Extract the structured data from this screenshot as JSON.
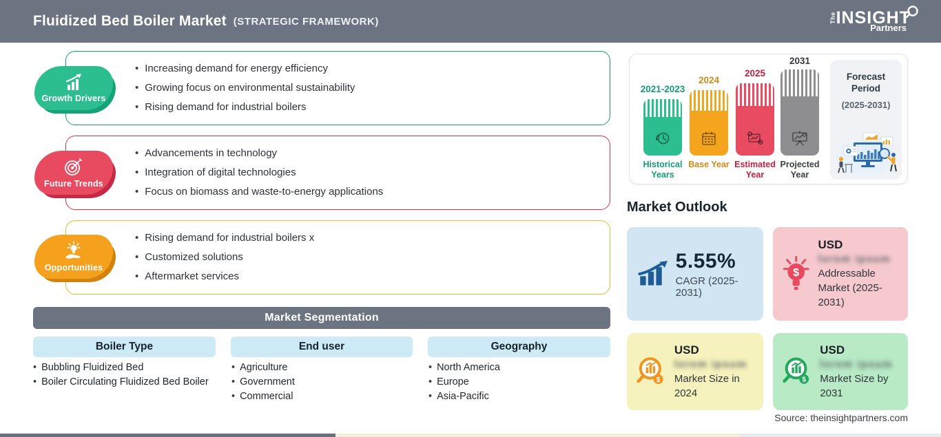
{
  "header": {
    "title": "Fluidized Bed Boiler Market",
    "subtitle": "(STRATEGIC FRAMEWORK)",
    "logo": {
      "the": "The",
      "insight": "INSIGHT",
      "partners": "Partners"
    }
  },
  "palette": {
    "header_gray": "#6b7480",
    "growth_green": "#2cbd90",
    "trends_red": "#e84a5f",
    "opportunities_orange": "#f5a11d",
    "historical_green": "#2cbd90",
    "base_year_orange": "#f5a51d",
    "estimated_red": "#e84c63",
    "projected_gray": "#8e8e90",
    "pill_blue": "#cdebf7",
    "card_blue": "#d2e5f2",
    "card_pink": "#f6c9cf",
    "card_yellow": "#f6f2bd",
    "card_green": "#b7eac5",
    "cagr_icon_blue": "#1d5c97"
  },
  "sections": [
    {
      "label": "Growth Drivers",
      "icon": "growth-chart-icon",
      "bullets": [
        "Increasing demand for energy efficiency",
        "Growing focus on environmental sustainability",
        "Rising demand for industrial boilers"
      ]
    },
    {
      "label": "Future Trends",
      "icon": "target-icon",
      "bullets": [
        "Advancements in technology",
        "Integration of digital technologies",
        "Focus on biomass and waste-to-energy applications"
      ]
    },
    {
      "label": "Opportunities",
      "icon": "hand-lightbulb-icon",
      "bullets": [
        "Rising demand for industrial boilers x",
        "Customized solutions",
        "Aftermarket services"
      ]
    }
  ],
  "segmentation": {
    "title": "Market Segmentation",
    "columns": [
      {
        "header": "Boiler Type",
        "items": [
          "Bubbling Fluidized Bed",
          "Boiler Circulating Fluidized Bed Boiler"
        ]
      },
      {
        "header": "End user",
        "items": [
          "Agriculture",
          "Government",
          "Commercial"
        ]
      },
      {
        "header": "Geography",
        "items": [
          "North America",
          "Europe",
          "Asia-Pacific"
        ]
      }
    ]
  },
  "timeline": {
    "bars": [
      {
        "year": "2021-2023",
        "label": "Historical Years",
        "color": "#2cbd90",
        "icon": "clock-history-icon"
      },
      {
        "year": "2024",
        "label": "Base Year",
        "color": "#f5a51d",
        "icon": "calendar-icon"
      },
      {
        "year": "2025",
        "label": "Estimated Year",
        "color": "#e84c63",
        "icon": "forecast-analytics-icon"
      },
      {
        "year": "2031",
        "label": "Projected Year",
        "color": "#8e8e90",
        "icon": "presentation-chart-icon"
      }
    ],
    "forecast": {
      "title": "Forecast Period",
      "range": "(2025-2031)"
    }
  },
  "outlook": {
    "title": "Market Outlook",
    "cards": [
      {
        "value": "5.55%",
        "caption": "CAGR (2025-2031)",
        "icon": "growth-bars-arrow-icon",
        "bg": "#d2e5f2"
      },
      {
        "currency": "USD",
        "blurred_value": "lorem ipsum",
        "caption": "Addressable Market (2025-2031)",
        "icon": "lightbulb-dollar-icon",
        "bg": "#f6c9cf"
      },
      {
        "currency": "USD",
        "blurred_value": "lorem ipsum",
        "caption": "Market Size in 2024",
        "icon": "magnifier-chart-icon",
        "bg": "#f6f2bd"
      },
      {
        "currency": "USD",
        "blurred_value": "lorem ipsum",
        "caption": "Market Size by 2031",
        "icon": "magnifier-chart-icon",
        "bg": "#b7eac5"
      }
    ],
    "source": "Source: theinsightpartners.com"
  }
}
